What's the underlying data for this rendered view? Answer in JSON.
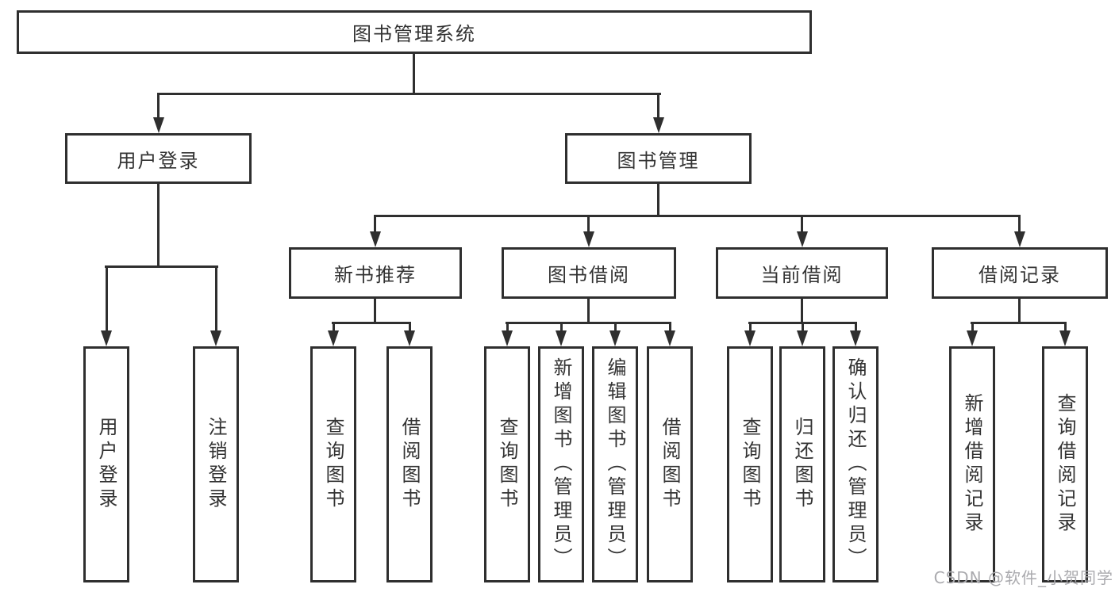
{
  "diagram": {
    "root": {
      "label": "图书管理系统"
    },
    "level2": [
      {
        "label": "用户登录"
      },
      {
        "label": "图书管理"
      }
    ],
    "level3": [
      {
        "label": "新书推荐"
      },
      {
        "label": "图书借阅"
      },
      {
        "label": "当前借阅"
      },
      {
        "label": "借阅记录"
      }
    ],
    "leaves": {
      "user_login": [
        "用户登录",
        "注销登录"
      ],
      "new_books": [
        "查询图书",
        "借阅图书"
      ],
      "book_borrow": [
        "查询图书",
        "新增图书（管理员）",
        "编辑图书（管理员）",
        "借阅图书"
      ],
      "current_borrow": [
        "查询图书",
        "归还图书",
        "确认归还（管理员）"
      ],
      "borrow_records": [
        "新增借阅记录",
        "查询借阅记录"
      ]
    }
  },
  "watermark": {
    "text": "CSDN @软件_小贺同学"
  },
  "colors": {
    "line": "#2f2f2f",
    "text": "#333333",
    "watermark": "#aaaaae",
    "background": "#ffffff"
  }
}
